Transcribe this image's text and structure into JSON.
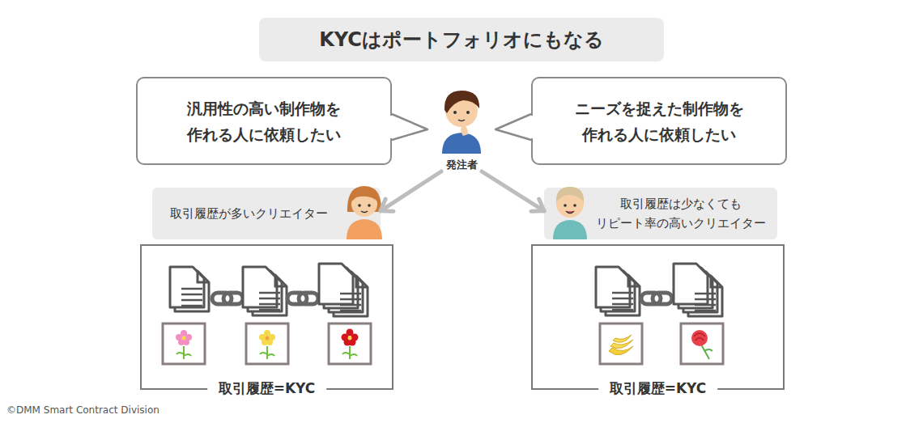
{
  "diagram": {
    "title": "KYCはポートフォリオにもなる",
    "nodes": [
      {
        "text": [
          "汎用性の高い制作物を 作れる人に依頼したい"
        ]
      },
      {
        "text": [
          "発注者"
        ]
      },
      {
        "text": [
          "ニーズを捉えた制作物を 作れる人に依頼したい"
        ]
      },
      {
        "text": [
          "取引履歴が多いクリエイター"
        ]
      },
      {
        "text": [
          "取引履歴は少なくても リピート率の高いクリエイター"
        ]
      },
      {
        "text": [
          "取引履歴=KYC"
        ]
      },
      {
        "text": [
          "取引履歴=KYC"
        ]
      }
    ],
    "edges": [
      {
        "from": 1,
        "to": 3,
        "arrow": "to"
      },
      {
        "from": 1,
        "to": 4,
        "arrow": "to"
      }
    ],
    "labels": [
      "©DMM Smart Contract Division"
    ]
  }
}
